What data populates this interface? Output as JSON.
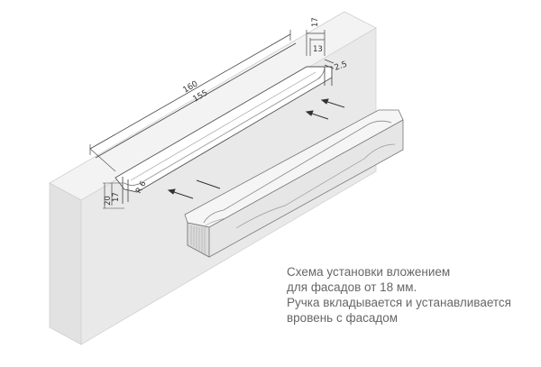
{
  "dimensions": {
    "overall_length": "160",
    "inner_length": "155",
    "top_width_outer": "17",
    "top_width_inner": "13",
    "lip": "2.5",
    "height_outer": "20",
    "height_inner": "17",
    "radius": "R 6"
  },
  "caption": {
    "line1": "Схема установки вложением",
    "line2": "для фасадов от 18 мм.",
    "line3": "Ручка вкладывается и устанавливается",
    "line4": "вровень с фасадом"
  }
}
